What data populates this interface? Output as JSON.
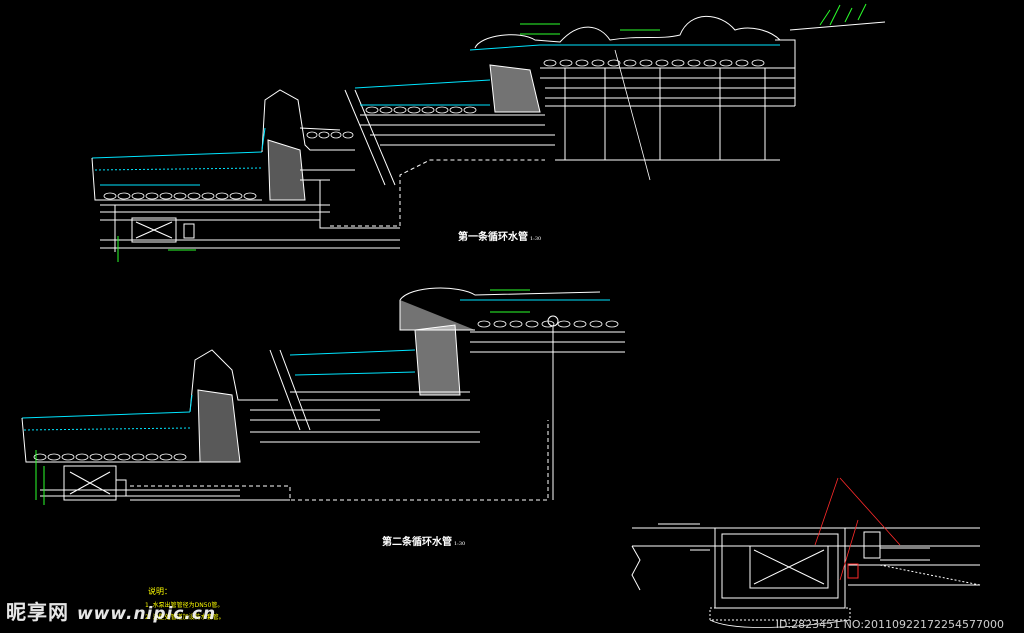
{
  "titles": {
    "section_one": "第一条循环水管",
    "section_one_scale": "1:30",
    "section_two": "第二条循环水管",
    "section_two_scale": "1:30"
  },
  "notes": {
    "heading": "说明：",
    "items": [
      "1. 水泵出管管径为DN50管。",
      "2. 池壁处管道加设防水套管。"
    ]
  },
  "watermark": {
    "brand": "昵享网",
    "url": "www.nipic.cn",
    "id_text": "ID:2823451 NO:20110922172254577000"
  },
  "colors": {
    "background": "#000000",
    "linework": "#ffffff",
    "water": "#00e5ff",
    "annotation": "#2bff2b",
    "leader": "#ff2a2a",
    "notes": "#ffff00"
  }
}
